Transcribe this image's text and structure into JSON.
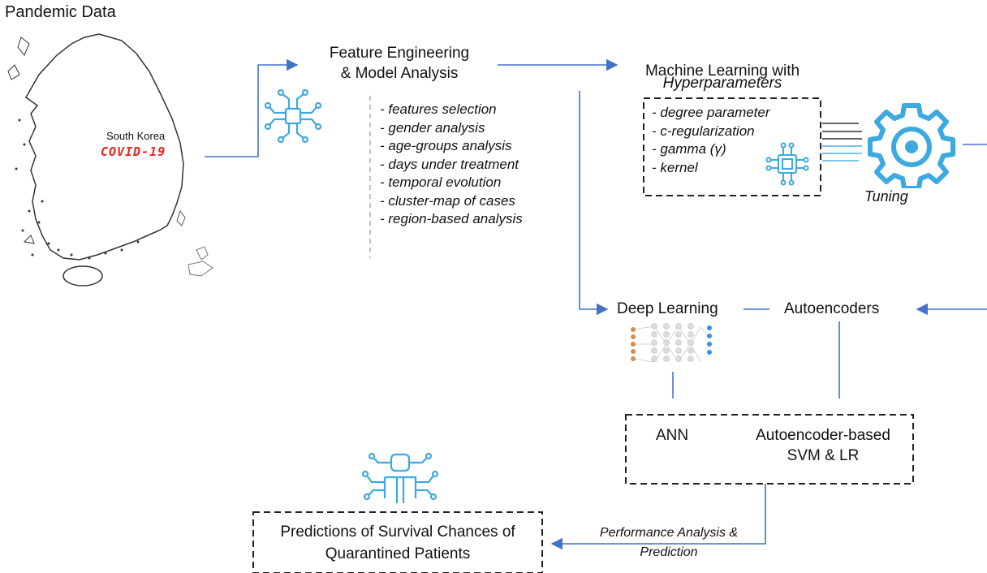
{
  "title": "Pandemic Data",
  "map": {
    "country": "South Korea",
    "tag": "COVID-19"
  },
  "feature_engineering": {
    "heading": [
      "Feature Engineering",
      "& Model Analysis"
    ],
    "items": [
      "- features selection",
      "- gender analysis",
      "- age-groups analysis",
      "- days under treatment",
      "- temporal evolution",
      "- cluster-map of cases",
      "- region-based analysis"
    ]
  },
  "ml": {
    "heading": [
      "Machine Learning with",
      "Hyperparameters"
    ],
    "params": [
      "- degree parameter",
      "- c-regularization",
      "- gamma (γ)",
      "- kernel"
    ],
    "tuning": "Tuning"
  },
  "deep_learning": "Deep Learning",
  "autoencoders": "Autoencoders",
  "models": {
    "ann": "ANN",
    "ae_line1": "Autoencoder-based",
    "ae_line2": "SVM & LR"
  },
  "performance": [
    "Performance Analysis &",
    "Prediction"
  ],
  "prediction": [
    "Predictions of Survival Chances of",
    "Quarantined Patients"
  ],
  "colors": {
    "arrow": "#4472c4",
    "icon": "#3ea8e0",
    "covid": "#e8231a",
    "neuron_in": "#e08a4a",
    "neuron_out": "#3a8fe0"
  }
}
